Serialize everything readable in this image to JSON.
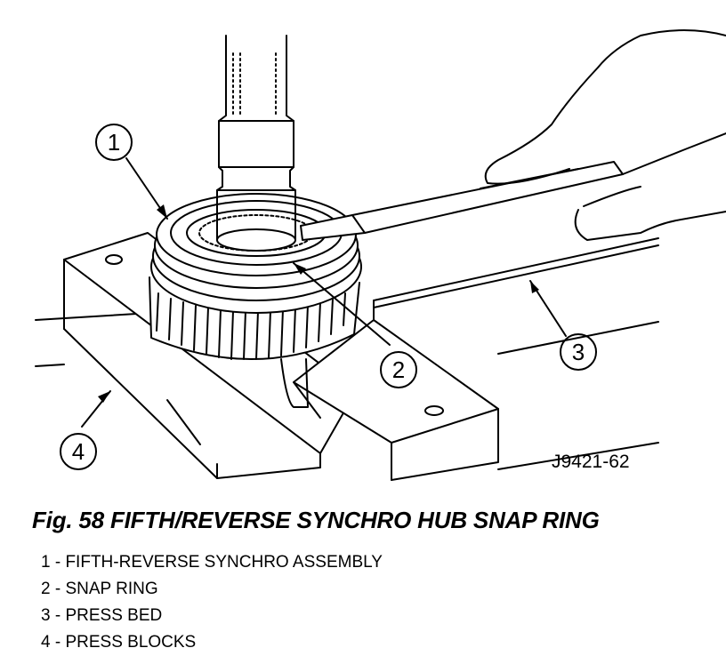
{
  "figure": {
    "code": "J9421-62",
    "callouts": [
      "1",
      "2",
      "3",
      "4"
    ]
  },
  "caption": "Fig. 58 FIFTH/REVERSE SYNCHRO HUB SNAP RING",
  "legend": [
    "1 - FIFTH-REVERSE SYNCHRO ASSEMBLY",
    "2 - SNAP RING",
    "3 - PRESS BED",
    "4 - PRESS BLOCKS"
  ]
}
